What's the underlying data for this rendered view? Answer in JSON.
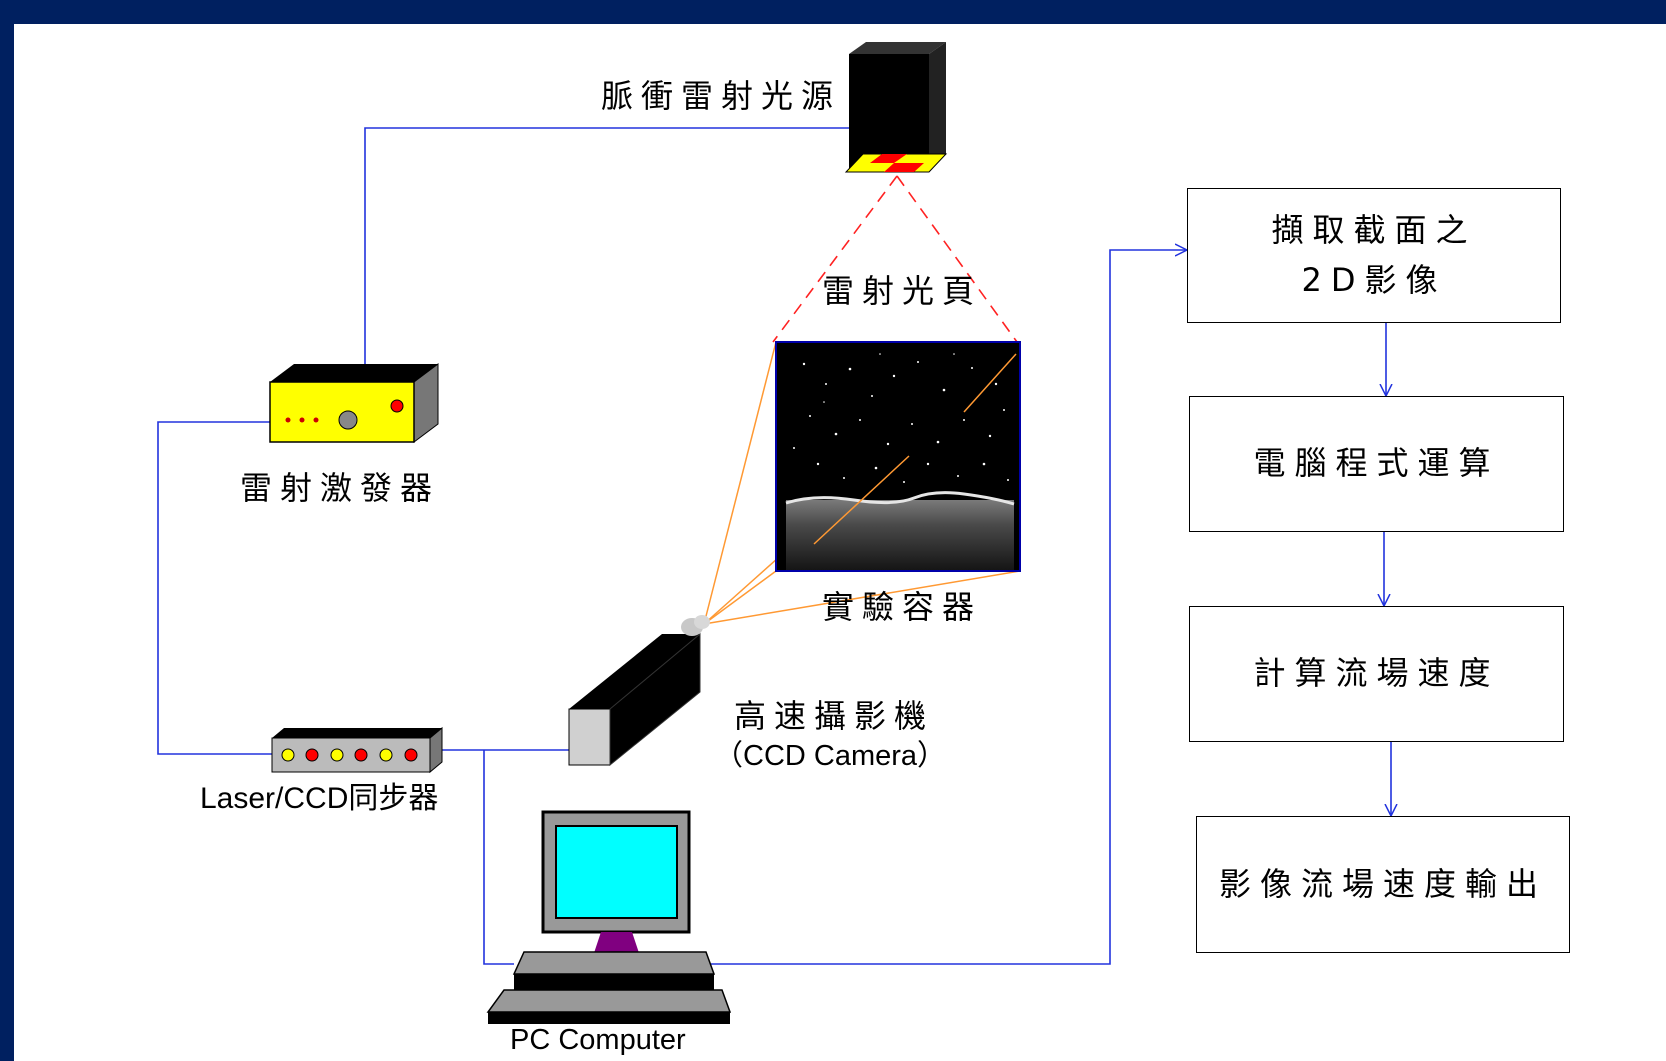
{
  "labels": {
    "pulse_laser": "脈衝雷射光源",
    "laser_sheet": "雷射光頁",
    "laser_trigger": "雷射激發器",
    "sync_unit": "Laser/CCD同步器",
    "test_tank": "實驗容器",
    "camera_zh": "高速攝影機",
    "camera_en": "（CCD Camera）",
    "pc": "PC Computer"
  },
  "flow": {
    "step1_line1": "擷取截面之",
    "step1_line2": "2D影像",
    "step2": "電腦程式運算",
    "step3": "計算流場速度",
    "step4": "影像流場速度輸出"
  },
  "colors": {
    "frame": "#002060",
    "wire": "#2233dd",
    "laser_beam": "#ff2222",
    "camera_view": "#ff9933",
    "device_yellow": "#ffff00",
    "led_red": "#ff0000",
    "screen_cyan": "#00ffff",
    "stand_purple": "#800080"
  },
  "icons": {
    "laser": "pulse-laser-icon",
    "trigger": "laser-trigger-icon",
    "sync": "sync-unit-icon",
    "camera": "ccd-camera-icon",
    "pc": "pc-computer-icon",
    "tank": "flow-image-icon"
  }
}
